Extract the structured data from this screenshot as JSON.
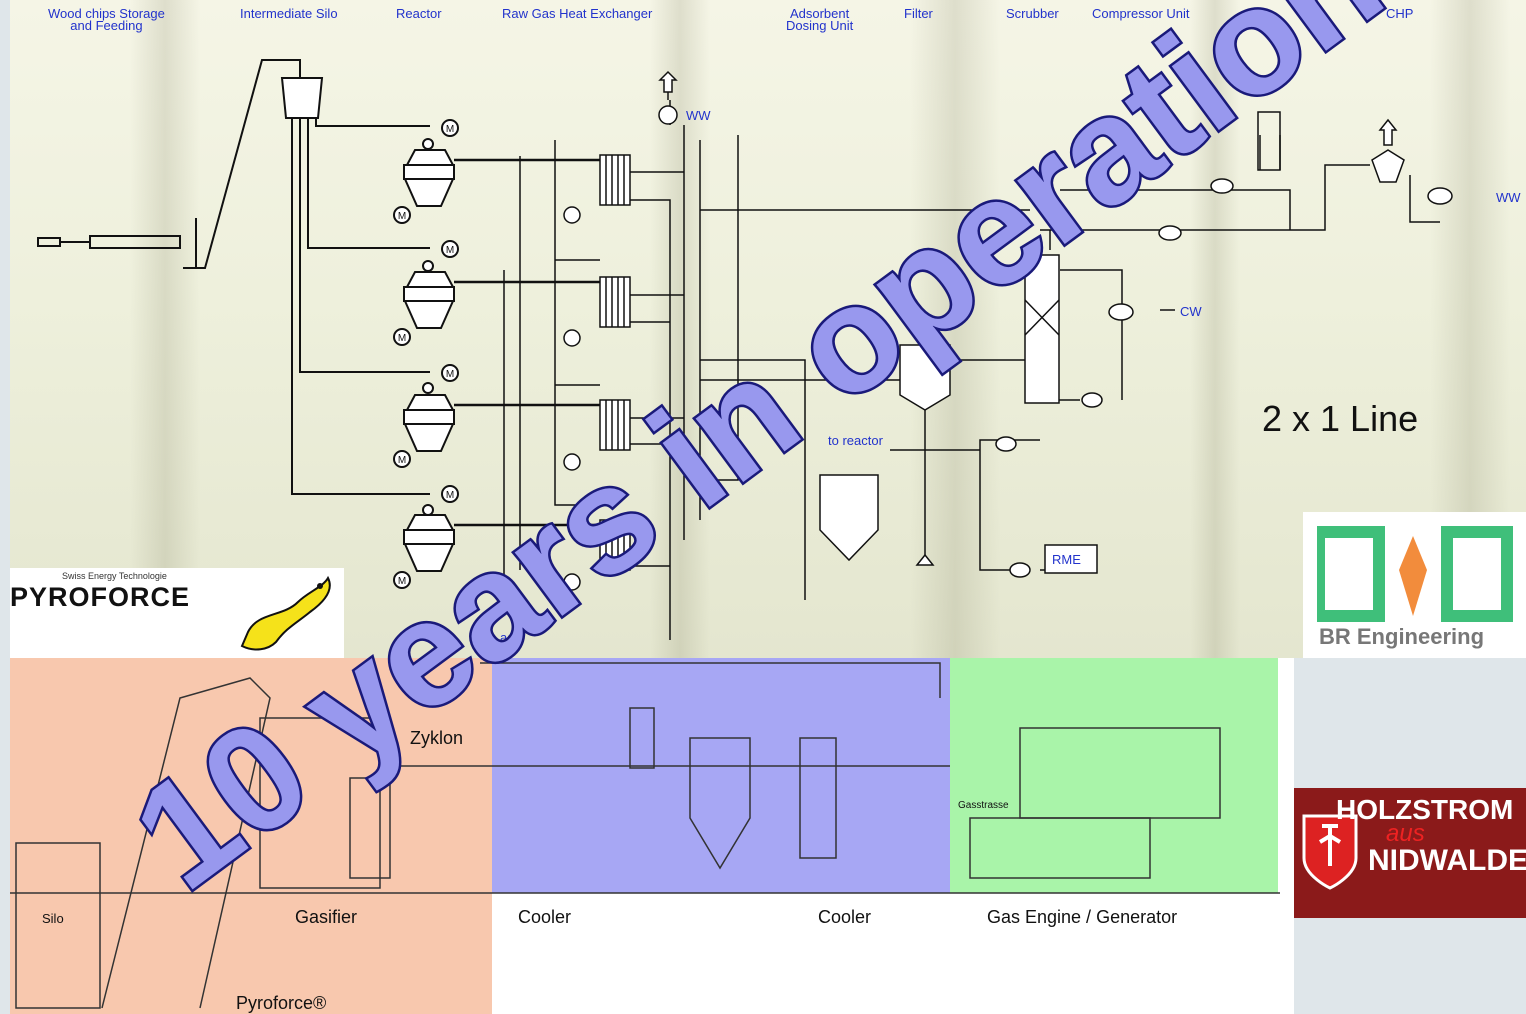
{
  "headers": {
    "wood_chips": "Wood chips Storage",
    "wood_chips_2": "and Feeding",
    "intermediate_silo": "Intermediate Silo",
    "reactor": "Reactor",
    "raw_gas_hx": "Raw Gas Heat Exchanger",
    "adsorbent": "Adsorbent",
    "adsorbent_2": "Dosing Unit",
    "filter": "Filter",
    "scrubber": "Scrubber",
    "compressor": "Compressor Unit",
    "chp": "CHP"
  },
  "labels": {
    "ww_1": "WW",
    "ww_2": "WW",
    "cw": "CW",
    "to_reactor": "to reactor",
    "rme": "RME",
    "motor": "M",
    "line": "2 x 1 Line",
    "ash": "ash"
  },
  "logos": {
    "pyroforce_tag": "Swiss Energy Technologie",
    "pyroforce": "PYROFORCE",
    "br_engineering": "BR Engineering",
    "holz_1": "HOLZSTROM",
    "holz_2": "aus",
    "holz_3": "NIDWALDEN"
  },
  "bottom": {
    "zyklon": "Zyklon",
    "silo": "Silo",
    "gasfrasse": "Gasstrasse",
    "gasifier": "Gasifier",
    "cooler_1": "Cooler",
    "cooler_2": "Cooler",
    "gas_engine": "Gas Engine / Generator",
    "pyroforce_mark": "Pyroforce®"
  },
  "banner": "10 years in operation",
  "colors": {
    "diagram_blue": "#2233cc",
    "banner_fill": "#9898ee",
    "banner_stroke": "#1a1a7a",
    "gasifier_zone": "#f4aa82",
    "cooler_zone": "#8282f0",
    "engine_zone": "#8cf08c"
  }
}
